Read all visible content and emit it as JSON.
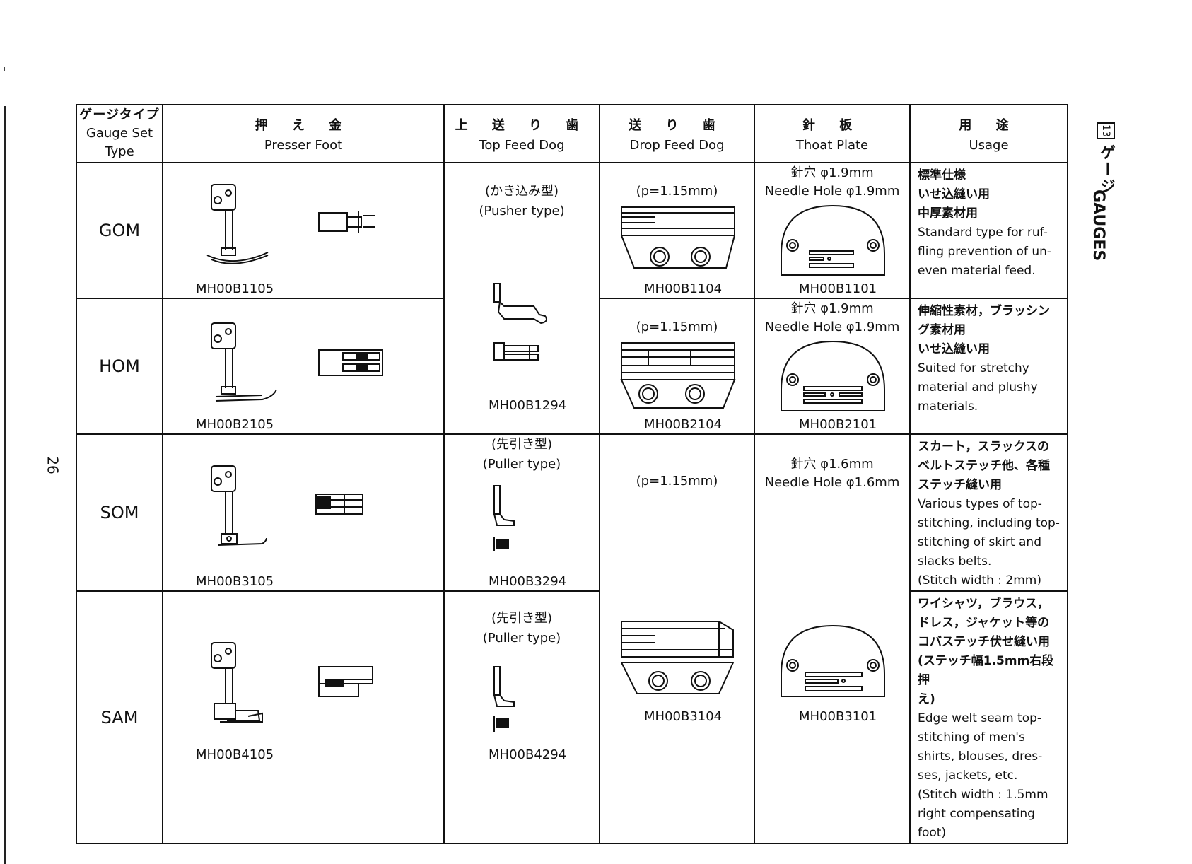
{
  "page": {
    "number": "26"
  },
  "side": {
    "box": "13",
    "jp": "ゲージ",
    "en": "GAUGES"
  },
  "headers": {
    "type_jp": "ゲージタイプ",
    "type_en1": "Gauge Set",
    "type_en2": "Type",
    "presser_jp": "押 え 金",
    "presser_en": "Presser Foot",
    "topfeed_jp": "上 送 り 歯",
    "topfeed_en": "Top Feed Dog",
    "dropfeed_jp": "送 り 歯",
    "dropfeed_en": "Drop Feed Dog",
    "plate_jp": "針 板",
    "plate_en": "Thoat Plate",
    "usage_jp": "用 途",
    "usage_en": "Usage"
  },
  "rows": [
    {
      "type": "GOM",
      "presser": "MH00B1105",
      "drop_pitch": "(p=1.15mm)",
      "drop": "MH00B1104",
      "plate_jp": "針穴 φ1.9mm",
      "plate_en": "Needle Hole φ1.9mm",
      "plate": "MH00B1101",
      "usage_jp": "標準仕様\nいせ込縫い用\n中厚素材用",
      "usage_en": "Standard type for ruf-\nfling prevention of un-\neven material feed."
    },
    {
      "type": "HOM",
      "presser": "MH00B2105",
      "drop_pitch": "(p=1.15mm)",
      "drop": "MH00B2104",
      "plate_jp": "針穴 φ1.9mm",
      "plate_en": "Needle Hole φ1.9mm",
      "plate": "MH00B2101",
      "usage_jp": "伸縮性素材，ブラッシン\nグ素材用\nいせ込縫い用",
      "usage_en": "Suited for stretchy\nmaterial and plushy\nmaterials."
    },
    {
      "type": "SOM",
      "presser": "MH00B3105",
      "top_jp": "(先引き型)",
      "top_en": "(Puller type)",
      "top": "MH00B3294",
      "drop_pitch": "(p=1.15mm)",
      "plate_jp": "針穴 φ1.6mm",
      "plate_en": "Needle Hole φ1.6mm",
      "usage_jp": "スカート，スラックスの\nベルトステッチ他、各種\nステッチ縫い用",
      "usage_en": "Various types of top-\nstitching, including top-\nstitching of skirt and\nslacks belts.\n(Stitch width : 2mm)"
    },
    {
      "type": "SAM",
      "presser": "MH00B4105",
      "top_jp": "(先引き型)",
      "top_en": "(Puller type)",
      "top": "MH00B4294",
      "drop": "MH00B3104",
      "plate": "MH00B3101",
      "usage_jp": "ワイシャツ，ブラウス，\nドレス，ジャケット等の\nコバステッチ伏せ縫い用\n(ステッチ幅1.5mm右段押\nえ)",
      "usage_en": "Edge welt seam top-\nstitching of men's\nshirts, blouses, dres-\nses, jackets, etc.\n(Stitch width : 1.5mm\nright compensating\nfoot)"
    }
  ],
  "top_shared": {
    "jp": "(かき込み型)",
    "en": "(Pusher type)",
    "part": "MH00B1294"
  }
}
